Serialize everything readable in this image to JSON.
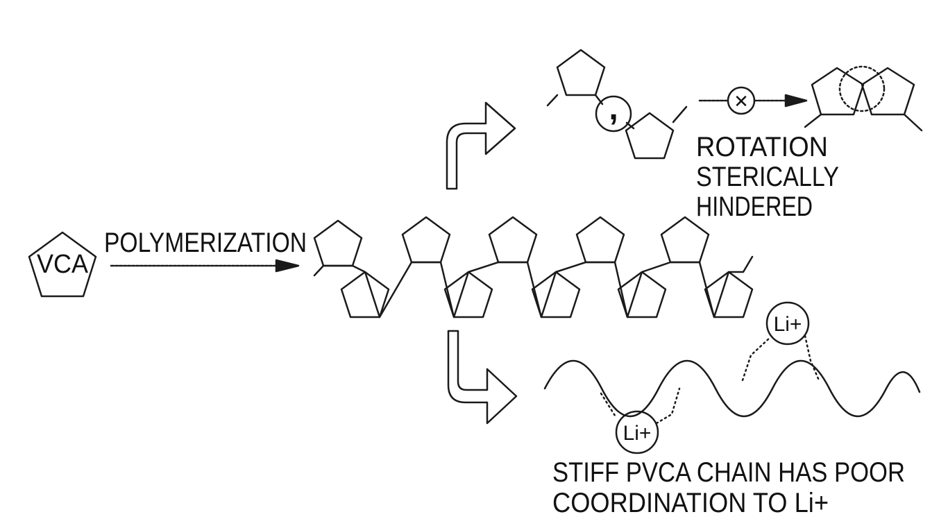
{
  "monomer": {
    "label": "VCA"
  },
  "reaction": {
    "label": "POLYMERIZATION"
  },
  "rotation": {
    "symbol": "✕",
    "comma": ",",
    "caption": [
      "ROTATION",
      "STERICALLY",
      "HINDERED"
    ]
  },
  "chain": {
    "ion_label": "Li+",
    "caption": [
      "STIFF PVCA CHAIN HAS POOR",
      "COORDINATION TO Li+"
    ]
  },
  "colors": {
    "ink": "#1a1a1a",
    "background": "#ffffff"
  }
}
